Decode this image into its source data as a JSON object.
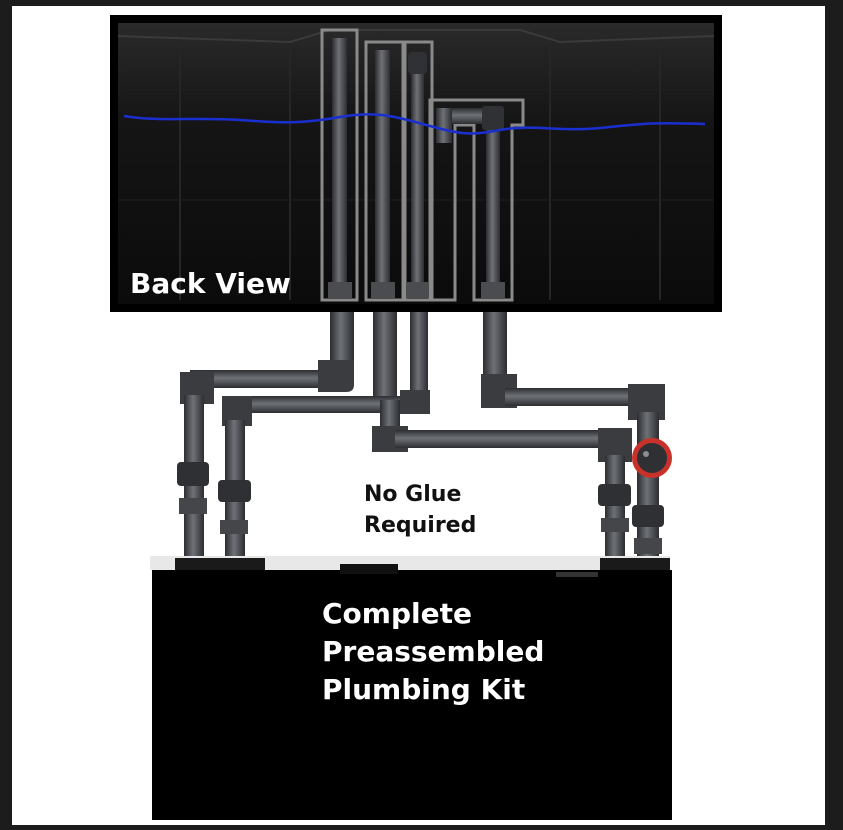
{
  "image": {
    "back_view_label": "Back View",
    "glue_label_line1": "No Glue",
    "glue_label_line2": "Required",
    "kit_label_line1": "Complete",
    "kit_label_line2": "Preassembled",
    "kit_label_line3": "Plumbing Kit"
  },
  "colors": {
    "page_background": "#1c1c1c",
    "canvas_background": "#ffffff",
    "tank_frame": "#000000",
    "tank_interior": "#121212",
    "water_line": "#1a2fd0",
    "pipe": "#3a3c40",
    "pipe_highlight": "#6e7176",
    "valve_red": "#c8322b",
    "sump": "#000000",
    "label_on_dark": "#ffffff",
    "label_on_light": "#111111"
  }
}
